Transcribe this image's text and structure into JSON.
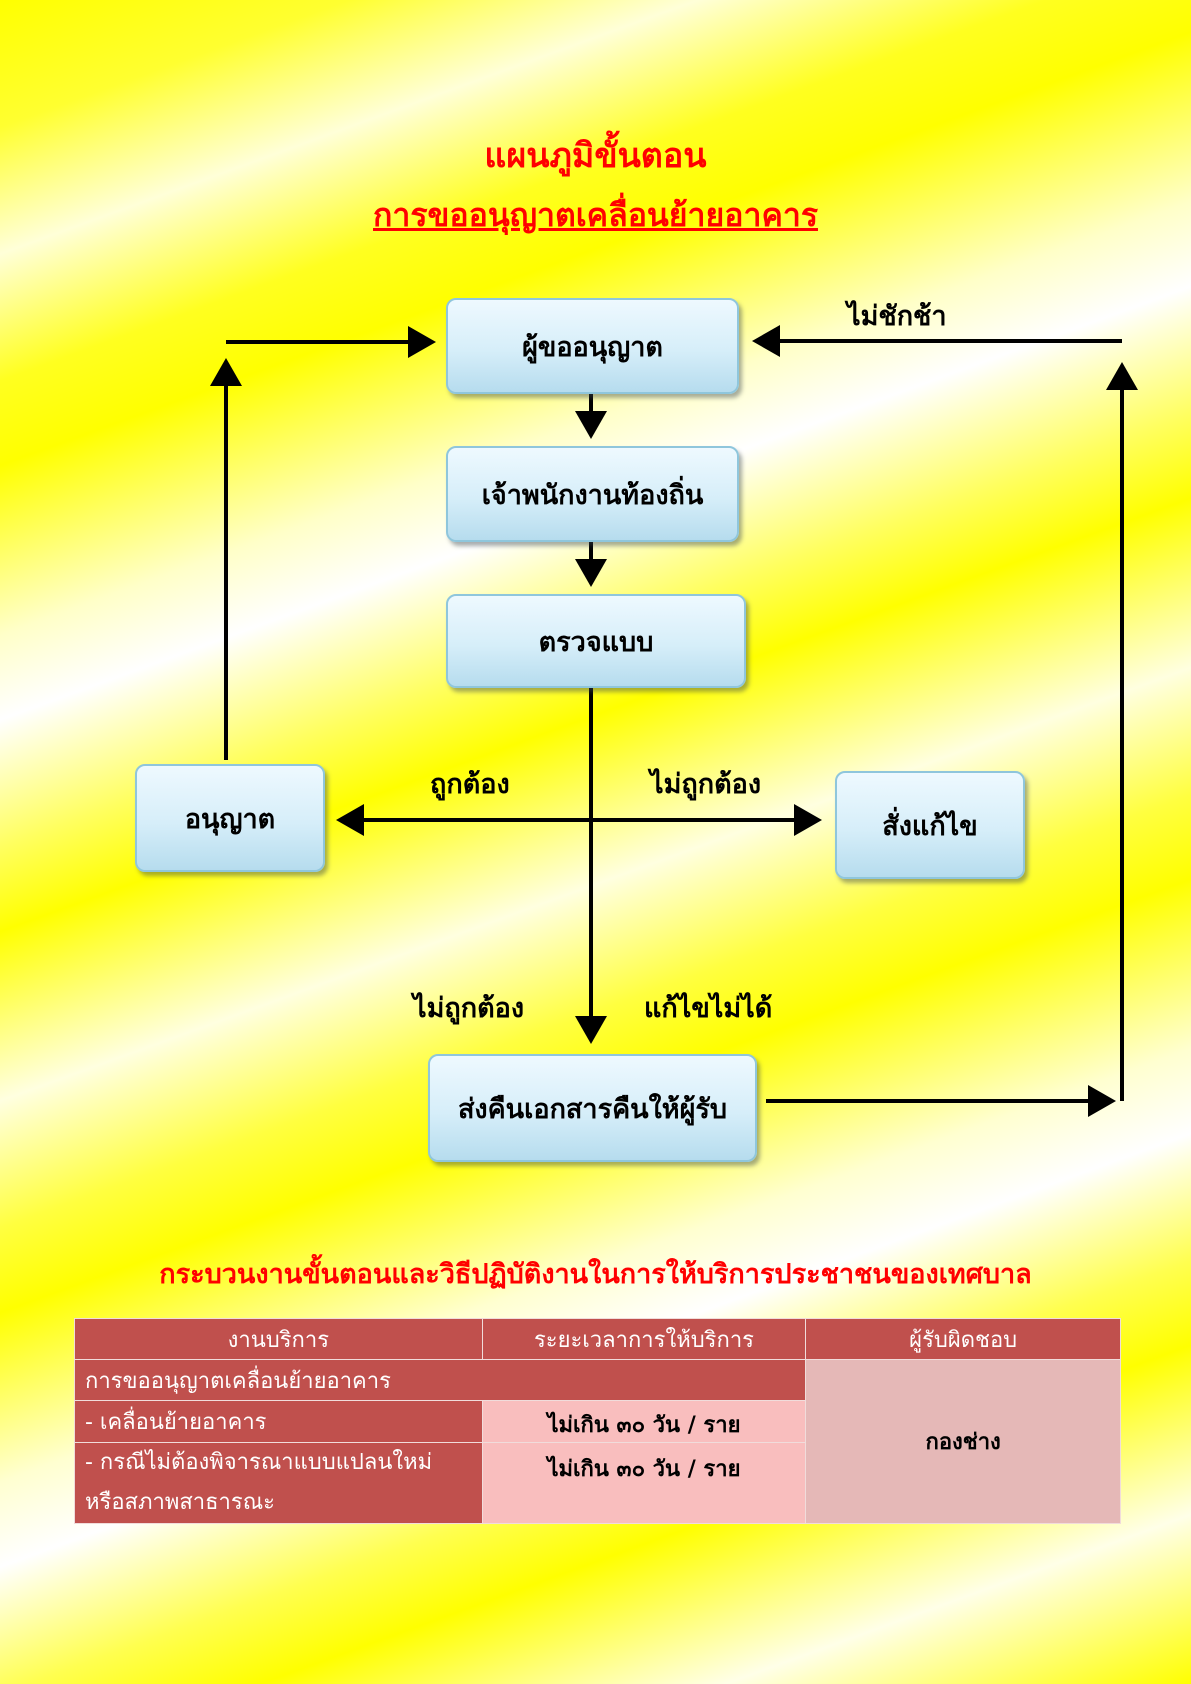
{
  "title": "แผนภูมิขั้นตอน",
  "subtitle": "การขออนุญาตเคลื่อนย้ายอาคาร",
  "nodes": {
    "applicant": "ผู้ขออนุญาต",
    "officer": "เจ้าพนักงานท้องถิ่น",
    "inspect": "ตรวจแบบ",
    "permit": "อนุญาต",
    "order_fix": "สั่งแก้ไข",
    "return_docs": "ส่งคืนเอกสารคืนให้ผู้รับ"
  },
  "edge_labels": {
    "no_delay": "ไม่ชักช้า",
    "correct": "ถูกต้อง",
    "incorrect_right": "ไม่ถูกต้อง",
    "incorrect_bottom": "ไม่ถูกต้อง",
    "cannot_fix": "แก้ไขไม่ได้"
  },
  "process_heading": "กระบวนงานขั้นตอนและวิธีปฏิบัติงานในการให้บริการประชาชนของเทศบาล",
  "table": {
    "headers": [
      "งานบริการ",
      "ระยะเวลาการให้บริการ",
      "ผู้รับผิดชอบ"
    ],
    "group_label": "การขออนุญาตเคลื่อนย้ายอาคาร",
    "responsible": "กองช่าง",
    "rows": [
      {
        "service": "- เคลื่อนย้ายอาคาร",
        "duration": "ไม่เกิน ๓๐ วัน / ราย"
      },
      {
        "service_line1": "- กรณีไม่ต้องพิจารณาแบบแปลนใหม่",
        "service_line2": "หรือสภาพสาธารณะ",
        "duration": "ไม่เกิน ๓๐ วัน / ราย"
      }
    ]
  },
  "colors": {
    "title_red": "#ff0000",
    "header_red": "#c0504d",
    "cell_pink": "#f9bebe",
    "responsible_pink": "#e5b8b7",
    "box_blue": "#d6eef9"
  }
}
